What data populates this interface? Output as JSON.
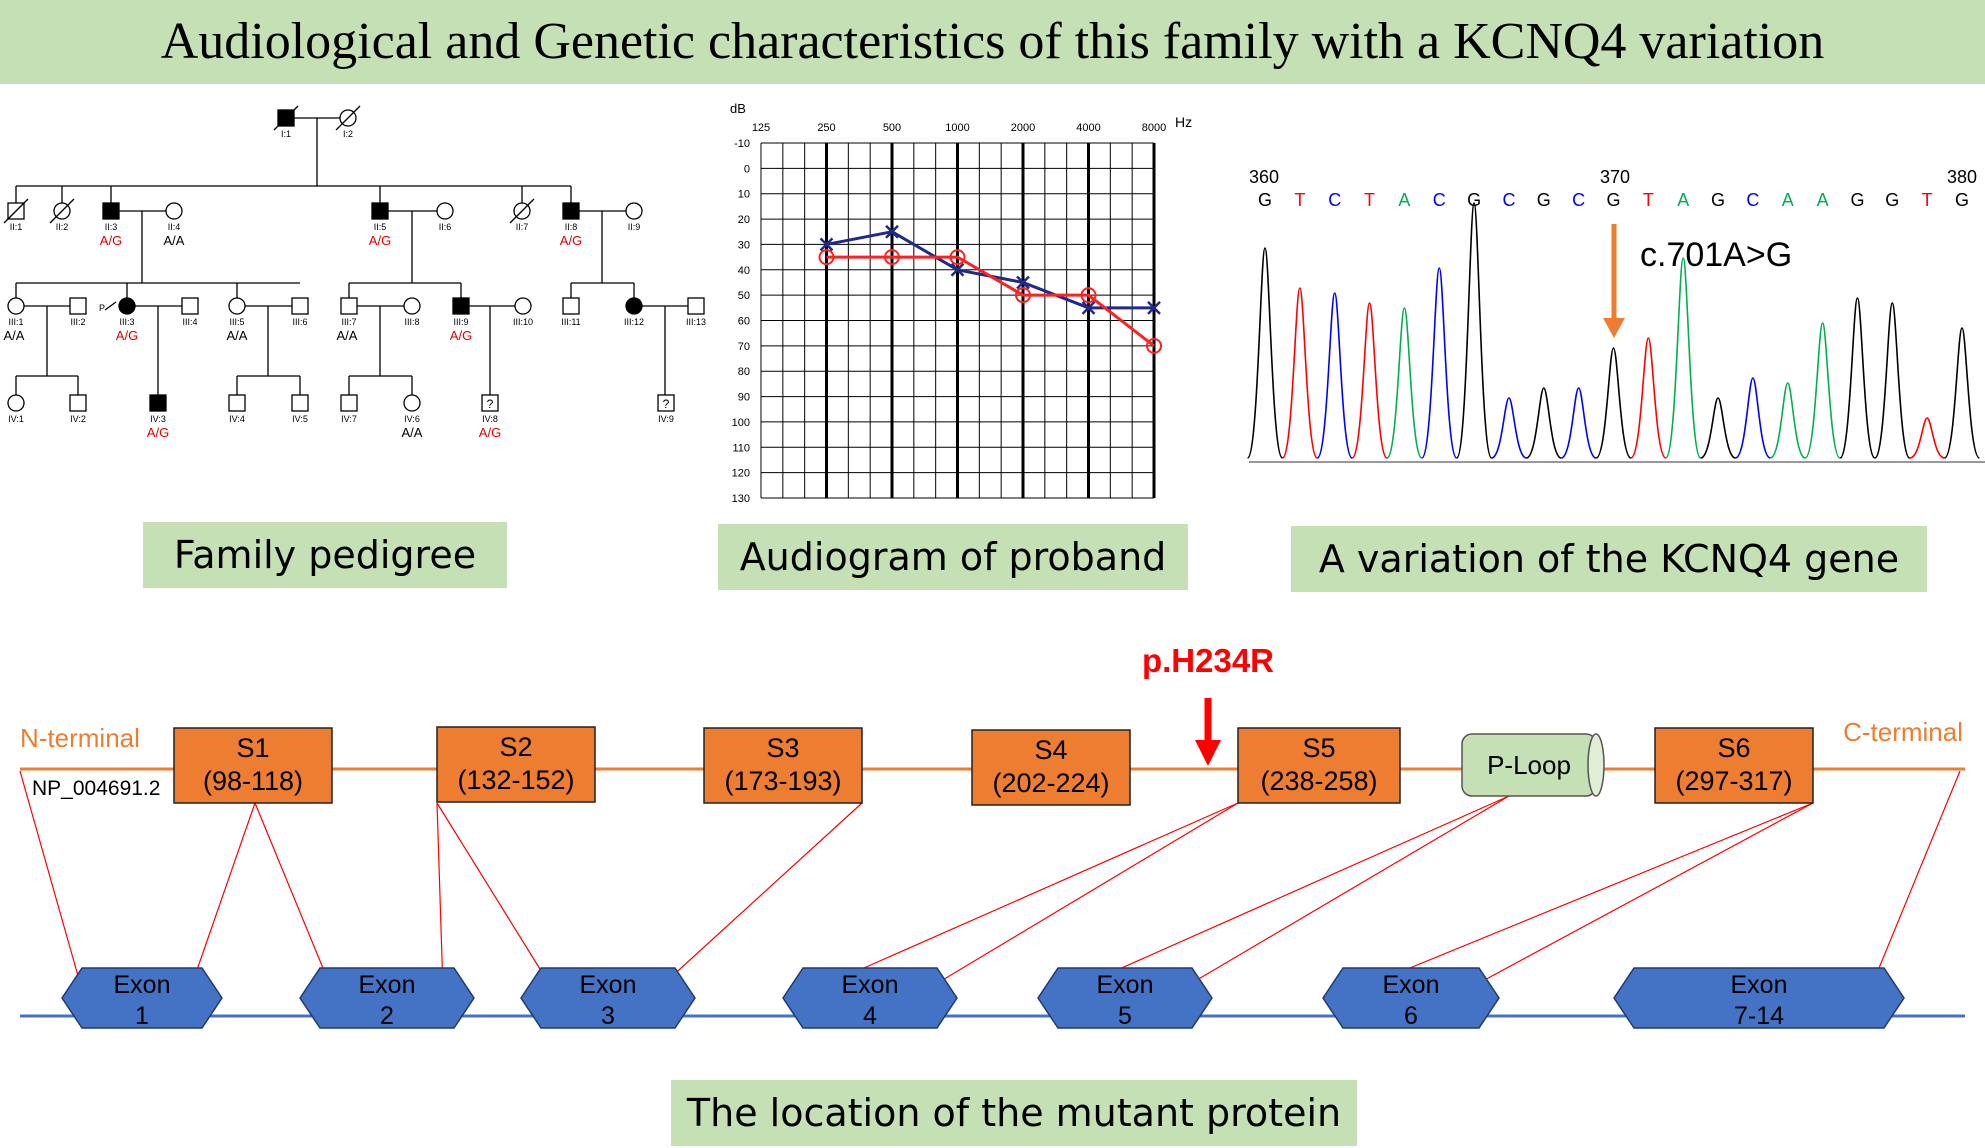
{
  "title": "Audiological and Genetic characteristics of this family with a KCNQ4 variation",
  "captions": {
    "pedigree": "Family pedigree",
    "audiogram": "Audiogram of proband",
    "variation": "A variation of the KCNQ4 gene",
    "location": "The location of the mutant protein"
  },
  "pedigree": {
    "members": [
      {
        "id": "I:1",
        "sex": "male",
        "affected": true,
        "deceased": true
      },
      {
        "id": "I:2",
        "sex": "female",
        "affected": false,
        "deceased": true
      },
      {
        "id": "II:1",
        "sex": "male",
        "affected": false,
        "deceased": true
      },
      {
        "id": "II:2",
        "sex": "female",
        "affected": false,
        "deceased": true
      },
      {
        "id": "II:3",
        "sex": "male",
        "affected": true,
        "genotype": "A/G"
      },
      {
        "id": "II:4",
        "sex": "female",
        "affected": false,
        "genotype": "A/A"
      },
      {
        "id": "II:5",
        "sex": "male",
        "affected": true,
        "genotype": "A/G"
      },
      {
        "id": "II:6",
        "sex": "female",
        "affected": false
      },
      {
        "id": "II:7",
        "sex": "female",
        "affected": false,
        "deceased": true
      },
      {
        "id": "II:8",
        "sex": "male",
        "affected": true,
        "genotype": "A/G"
      },
      {
        "id": "II:9",
        "sex": "female",
        "affected": false
      },
      {
        "id": "III:1",
        "sex": "female",
        "affected": false,
        "genotype": "A/A"
      },
      {
        "id": "III:2",
        "sex": "male",
        "affected": false
      },
      {
        "id": "III:3",
        "sex": "female",
        "affected": true,
        "proband": true,
        "genotype": "A/G"
      },
      {
        "id": "III:4",
        "sex": "male",
        "affected": false
      },
      {
        "id": "III:5",
        "sex": "female",
        "affected": false,
        "genotype": "A/A"
      },
      {
        "id": "III:6",
        "sex": "male",
        "affected": false
      },
      {
        "id": "III:7",
        "sex": "male",
        "affected": false,
        "genotype": "A/A"
      },
      {
        "id": "III:8",
        "sex": "female",
        "affected": false
      },
      {
        "id": "III:9",
        "sex": "male",
        "affected": true,
        "genotype": "A/G"
      },
      {
        "id": "III:10",
        "sex": "female",
        "affected": false
      },
      {
        "id": "III:11",
        "sex": "male",
        "affected": false
      },
      {
        "id": "III:12",
        "sex": "female",
        "affected": true
      },
      {
        "id": "III:13",
        "sex": "male",
        "affected": false
      },
      {
        "id": "IV:1",
        "sex": "female",
        "affected": false
      },
      {
        "id": "IV:2",
        "sex": "male",
        "affected": false
      },
      {
        "id": "IV:3",
        "sex": "male",
        "affected": true,
        "genotype": "A/G"
      },
      {
        "id": "IV:4",
        "sex": "male",
        "affected": false
      },
      {
        "id": "IV:5",
        "sex": "male",
        "affected": false
      },
      {
        "id": "IV:7",
        "sex": "male",
        "affected": false
      },
      {
        "id": "IV:6",
        "sex": "female",
        "affected": false,
        "genotype": "A/A"
      },
      {
        "id": "IV:8",
        "sex": "unknown",
        "affected": false,
        "genotype": "A/G"
      },
      {
        "id": "IV:9",
        "sex": "unknown",
        "affected": false
      }
    ],
    "proband_marker": "P"
  },
  "audiogram": {
    "y_unit": "dB",
    "x_unit": "Hz",
    "frequencies": [
      "125",
      "250",
      "500",
      "1000",
      "2000",
      "4000",
      "8000"
    ],
    "db_ticks": [
      "-10",
      "0",
      "10",
      "20",
      "30",
      "40",
      "50",
      "60",
      "70",
      "80",
      "90",
      "100",
      "110",
      "120",
      "130"
    ],
    "ylim": [
      -10,
      130
    ],
    "series": [
      {
        "color": "#1f2a8c",
        "marker": "x",
        "values": [
          30,
          25,
          40,
          45,
          55,
          55
        ]
      },
      {
        "color": "#ff2020",
        "marker": "o",
        "values": [
          35,
          35,
          35,
          50,
          50,
          70
        ]
      }
    ]
  },
  "chromatogram": {
    "positions": [
      "360",
      "370",
      "380"
    ],
    "bases": [
      "G",
      "T",
      "C",
      "T",
      "A",
      "C",
      "G",
      "C",
      "G",
      "C",
      "G",
      "T",
      "A",
      "G",
      "C",
      "A",
      "A",
      "G",
      "G",
      "T",
      "G"
    ],
    "base_colors": {
      "A": "#00b050",
      "C": "#0000ff",
      "G": "#000000",
      "T": "#ff0000"
    },
    "mutation_label": "c.701A>G",
    "arrow_color": "#ed7d31"
  },
  "protein": {
    "mutation": "p.H234R",
    "n_terminal": "N-terminal",
    "c_terminal": "C-terminal",
    "accession": "NP_004691.2",
    "segments": [
      {
        "name": "S1",
        "range": "(98-118)"
      },
      {
        "name": "S2",
        "range": "(132-152)"
      },
      {
        "name": "S3",
        "range": "(173-193)"
      },
      {
        "name": "S4",
        "range": "(202-224)"
      },
      {
        "name": "S5",
        "range": "(238-258)"
      },
      {
        "name": "P-Loop",
        "range": ""
      },
      {
        "name": "S6",
        "range": "(297-317)"
      }
    ],
    "exons": [
      {
        "label": "Exon",
        "number": "1"
      },
      {
        "label": "Exon",
        "number": "2"
      },
      {
        "label": "Exon",
        "number": "3"
      },
      {
        "label": "Exon",
        "number": "4"
      },
      {
        "label": "Exon",
        "number": "5"
      },
      {
        "label": "Exon",
        "number": "6"
      },
      {
        "label": "Exon",
        "number": "7-14"
      }
    ],
    "colors": {
      "protein": "#ed7d31",
      "exon": "#4472c4",
      "mutation": "#ff0000",
      "connector": "#ff0000",
      "ploop": "#c5e0b4"
    }
  }
}
